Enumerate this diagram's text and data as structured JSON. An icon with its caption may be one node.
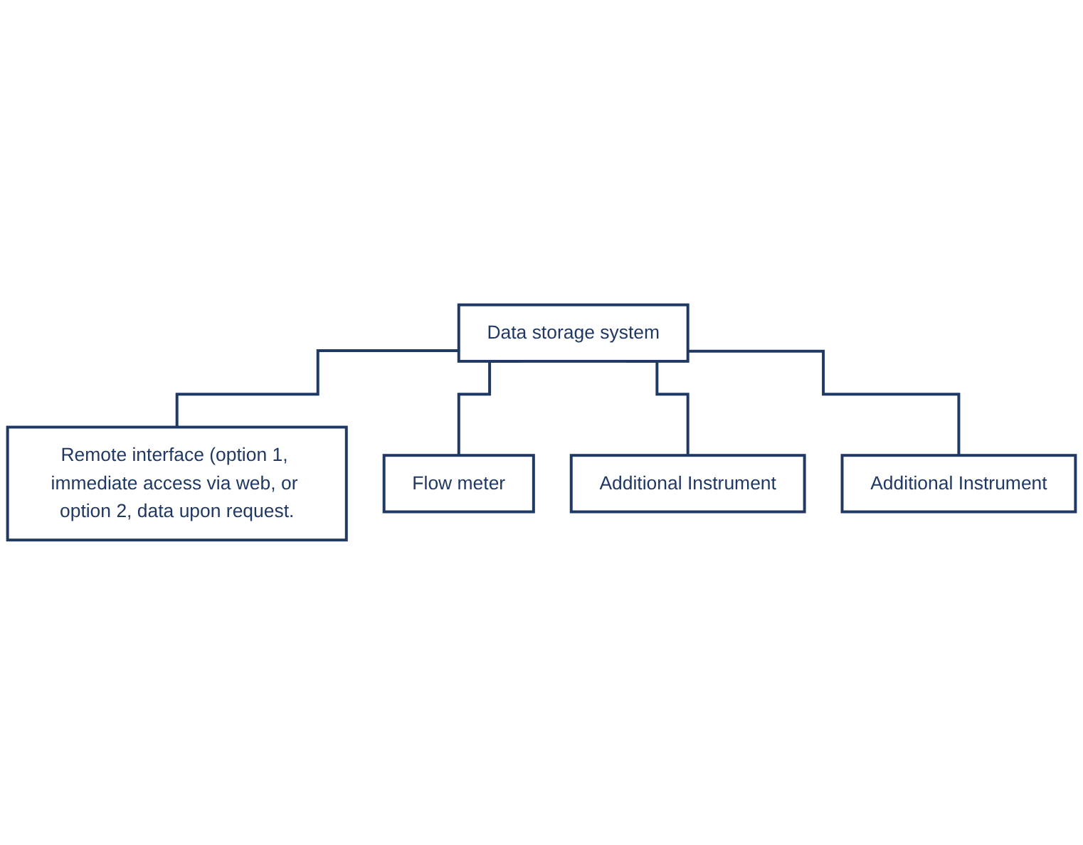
{
  "diagram": {
    "nodes": [
      {
        "text": [
          "Data storage system"
        ]
      },
      {
        "text": [
          "Remote interface (option 1, immediate access via web, or option 2, data upon request."
        ]
      },
      {
        "text": [
          "Flow meter"
        ]
      },
      {
        "text": [
          "Additional Instrument"
        ]
      },
      {
        "text": [
          "Additional Instrument"
        ]
      }
    ],
    "edges": [
      {
        "from": 0,
        "to": 1,
        "arrow": "none"
      },
      {
        "from": 0,
        "to": 2,
        "arrow": "none"
      },
      {
        "from": 0,
        "to": 3,
        "arrow": "none"
      },
      {
        "from": 0,
        "to": 4,
        "arrow": "none"
      }
    ]
  }
}
